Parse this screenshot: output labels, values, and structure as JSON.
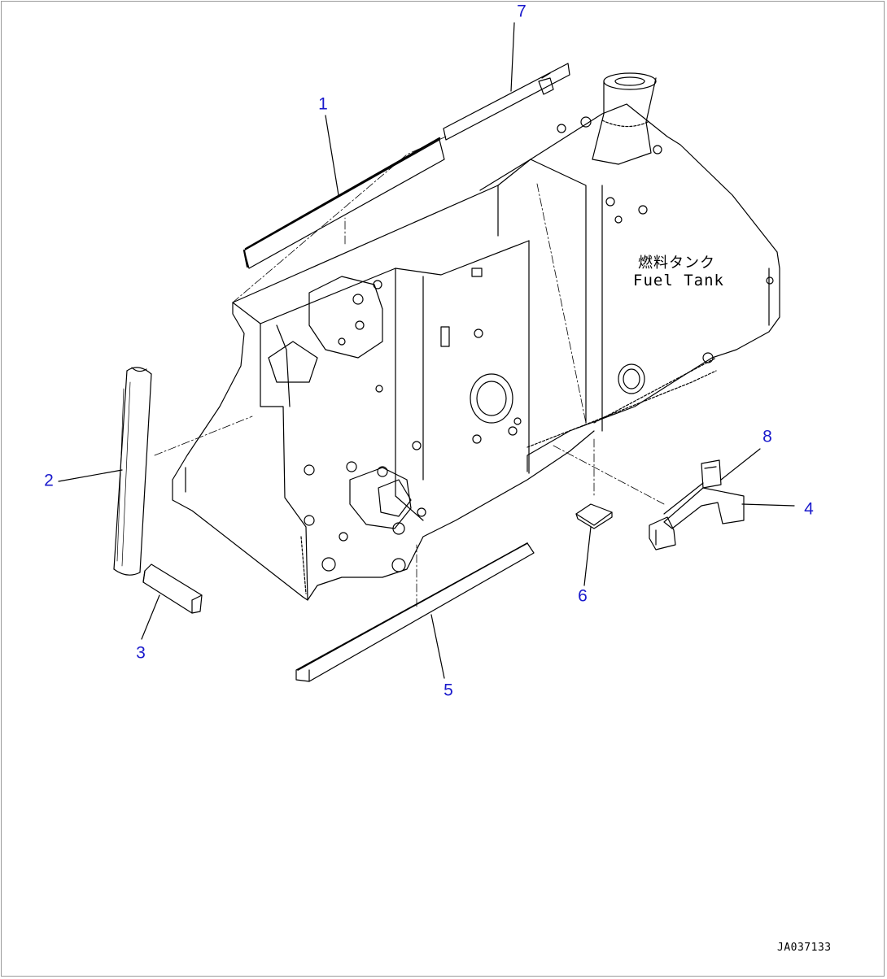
{
  "diagram": {
    "tank_label_ja": "燃料タンク",
    "tank_label_en": "Fuel Tank",
    "drawing_id": "JA037133",
    "callout_color": "#1a1acc",
    "callouts": [
      "1",
      "2",
      "3",
      "4",
      "5",
      "6",
      "7",
      "8"
    ]
  }
}
